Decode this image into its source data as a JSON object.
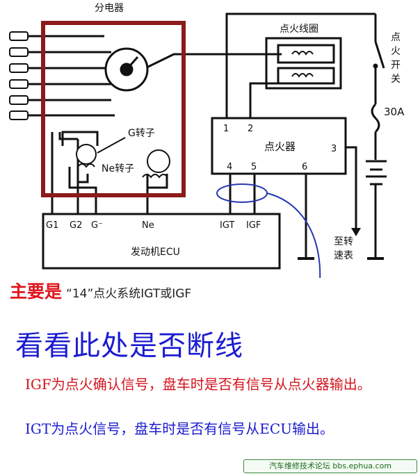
{
  "labels": {
    "distributor": "分电器",
    "ignition_coil": "点火线圈",
    "ignition_switch_chars": [
      "点",
      "火",
      "开",
      "关"
    ],
    "fuse": "30A",
    "igniter": "点火器",
    "g_rotor": "G转子",
    "ne_rotor": "Ne转子",
    "ecu": "发动机ECU",
    "tachometer_line1": "至转",
    "tachometer_line2": "速表",
    "igniter_pins": [
      "1",
      "2",
      "3",
      "4",
      "5",
      "6"
    ],
    "ecu_pins": [
      "G1",
      "G2",
      "G⁻",
      "Ne",
      "IGT",
      "IGF"
    ]
  },
  "annotations": {
    "main_point": "主要是",
    "main_point_detail": "“14”点火系统IGT或IGF",
    "check_here": "看看此处是否断线",
    "igf_note": "IGF为点火确认信号，盘车时是否有信号从点火器输出。",
    "igt_note": "IGT为点火信号，盘车时是否有信号从ECU输出。"
  },
  "footer": "汽车维修技术论坛 bbs.ephua.com",
  "colors": {
    "distributor_box": "#8b1a1a",
    "red_text": "#d3141c",
    "blue_text": "#1b1bd0",
    "wire": "#111111",
    "highlight_ellipse": "#2438b0"
  }
}
